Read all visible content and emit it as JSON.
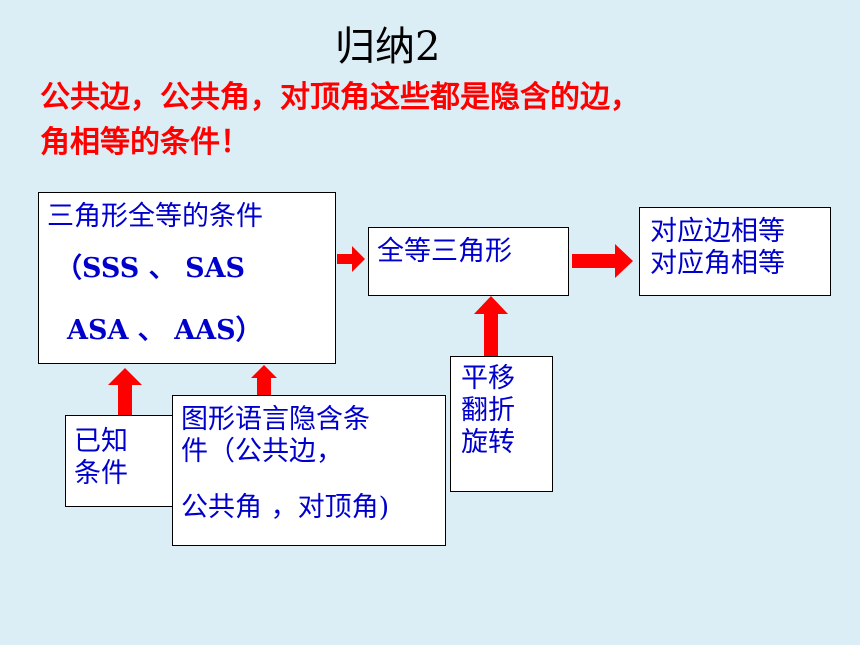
{
  "title": "归纳2",
  "highlight": {
    "line1": "公共边，公共角，对顶角这些都是隐含的边，",
    "line2": "角相等的条件！"
  },
  "boxes": {
    "conditions": {
      "line1": "三角形全等的条件",
      "line2": "（SSS 、 SAS",
      "line3": "ASA 、 AAS）"
    },
    "congruent": "全等三角形",
    "result": {
      "line1": "对应边相等",
      "line2": "对应角相等"
    },
    "transform": {
      "line1": "平移",
      "line2": "翻折",
      "line3": "旋转"
    },
    "known": {
      "line1": "已知",
      "line2": "条件"
    },
    "figure": {
      "line1": "图形语言隐含条",
      "line2": "件（公共边，",
      "line3": "公共角 ，对顶角)"
    }
  },
  "colors": {
    "background": "#dbeef6",
    "highlight_text": "#ff0000",
    "box_text": "#0000cc",
    "arrow": "#ff0000"
  }
}
